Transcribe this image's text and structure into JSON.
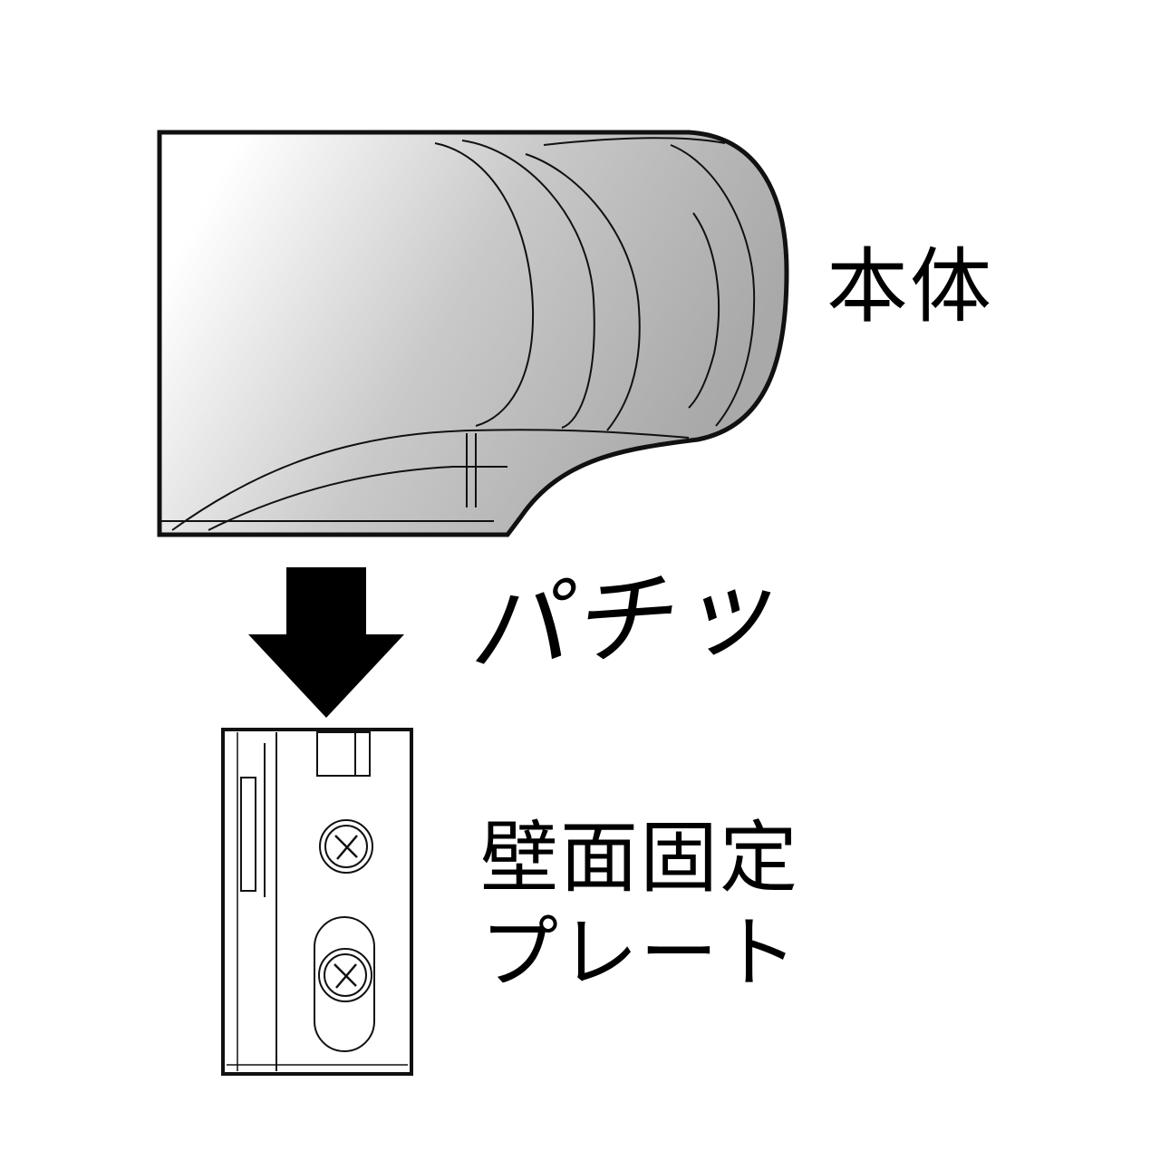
{
  "labels": {
    "body": "本体",
    "click_sound": "パチッ",
    "plate_line1": "壁面固定",
    "plate_line2": "プレート"
  },
  "colors": {
    "body_fill": "#b8b8b8",
    "body_shadow": "#9a9a9a",
    "outline": "#111111",
    "arrow": "#000000",
    "plate_fill": "#ffffff"
  },
  "icons": {
    "arrow": "down-arrow-icon",
    "screw": "phillips-screw-icon"
  }
}
